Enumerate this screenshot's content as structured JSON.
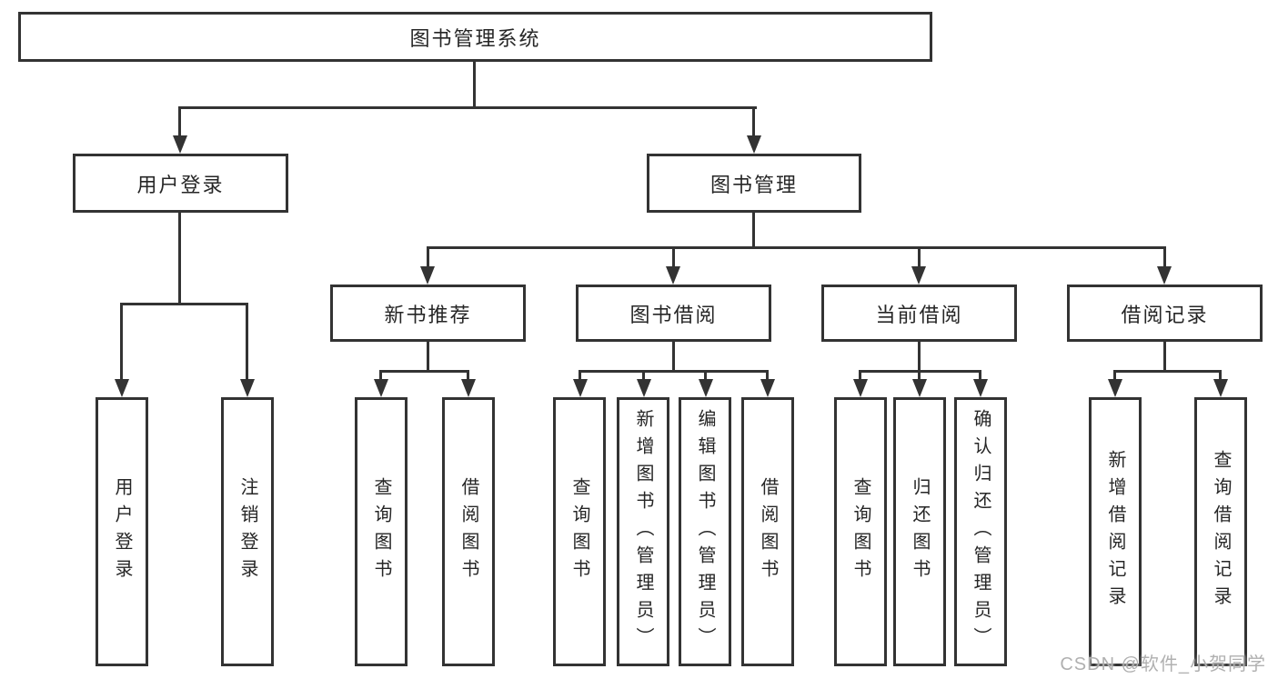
{
  "tree": {
    "root": {
      "label": "图书管理系统"
    },
    "branches": [
      {
        "label": "用户登录",
        "children": [
          {
            "label": "用户登录"
          },
          {
            "label": "注销登录"
          }
        ]
      },
      {
        "label": "图书管理",
        "children": [
          {
            "label": "新书推荐",
            "children": [
              {
                "label": "查询图书"
              },
              {
                "label": "借阅图书"
              }
            ]
          },
          {
            "label": "图书借阅",
            "children": [
              {
                "label": "查询图书"
              },
              {
                "label": "新增图书（管理员）"
              },
              {
                "label": "编辑图书（管理员）"
              },
              {
                "label": "借阅图书"
              }
            ]
          },
          {
            "label": "当前借阅",
            "children": [
              {
                "label": "查询图书"
              },
              {
                "label": "归还图书"
              },
              {
                "label": "确认归还（管理员）"
              }
            ]
          },
          {
            "label": "借阅记录",
            "children": [
              {
                "label": "新增借阅记录"
              },
              {
                "label": "查询借阅记录"
              }
            ]
          }
        ]
      }
    ]
  },
  "watermark": "CSDN @软件_小贺同学",
  "colors": {
    "line": "#333333",
    "text": "#262626",
    "box_background": "#ffffff",
    "watermark": "#b0b0b0",
    "page_background": "#ffffff"
  }
}
